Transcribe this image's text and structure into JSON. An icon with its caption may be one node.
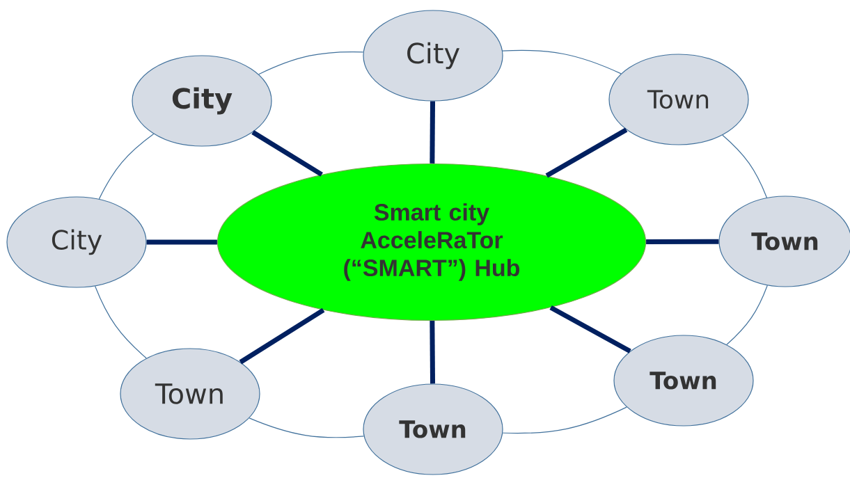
{
  "diagram": {
    "nodes": [
      {
        "text": [
          "Smart city AcceleRaTor (“SMART”) Hub"
        ]
      },
      {
        "text": [
          "City"
        ]
      },
      {
        "text": [
          "City"
        ]
      },
      {
        "text": [
          "Town"
        ]
      },
      {
        "text": [
          "City"
        ]
      },
      {
        "text": [
          "Town"
        ]
      },
      {
        "text": [
          "Town"
        ]
      },
      {
        "text": [
          "Town"
        ]
      },
      {
        "text": [
          "Town"
        ]
      }
    ],
    "edges": [
      {
        "from": 0,
        "to": 1,
        "arrow": "none",
        "style": "thick",
        "color": "#002060"
      },
      {
        "from": 0,
        "to": 2,
        "arrow": "none",
        "style": "thick",
        "color": "#002060"
      },
      {
        "from": 0,
        "to": 3,
        "arrow": "none",
        "style": "thick",
        "color": "#002060"
      },
      {
        "from": 0,
        "to": 4,
        "arrow": "none",
        "style": "thick",
        "color": "#002060"
      },
      {
        "from": 0,
        "to": 5,
        "arrow": "none",
        "style": "thick",
        "color": "#002060"
      },
      {
        "from": 0,
        "to": 6,
        "arrow": "none",
        "style": "thick",
        "color": "#002060"
      },
      {
        "from": 0,
        "to": 7,
        "arrow": "none",
        "style": "thick",
        "color": "#002060"
      },
      {
        "from": 0,
        "to": 8,
        "arrow": "none",
        "style": "thick",
        "color": "#002060"
      },
      {
        "from": 1,
        "to": 3,
        "arrow": "none"
      },
      {
        "from": 3,
        "to": 5,
        "arrow": "none"
      },
      {
        "from": 5,
        "to": 6,
        "arrow": "none"
      },
      {
        "from": 6,
        "to": 8,
        "arrow": "none"
      },
      {
        "from": 8,
        "to": 7,
        "arrow": "none"
      },
      {
        "from": 7,
        "to": 4,
        "arrow": "none"
      },
      {
        "from": 4,
        "to": 2,
        "arrow": "none"
      },
      {
        "from": 2,
        "to": 1,
        "arrow": "none"
      }
    ]
  }
}
